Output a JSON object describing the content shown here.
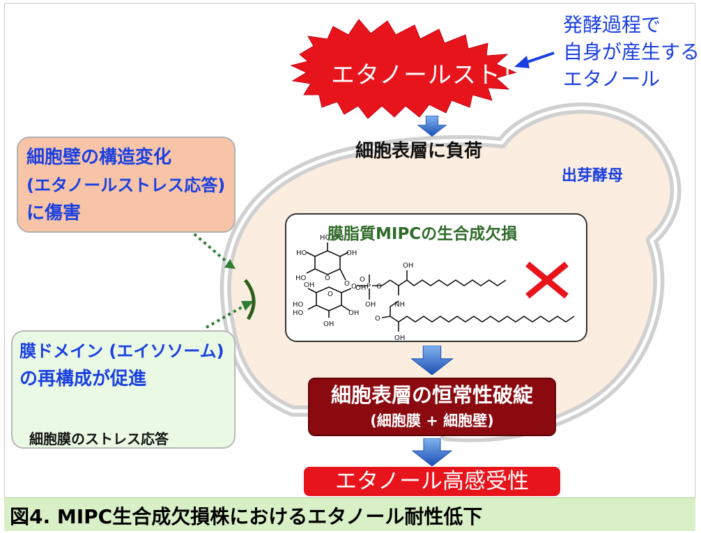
{
  "stress_burst": {
    "label": "エタノールストレス"
  },
  "stress_source": {
    "lines": [
      "発酵過程で",
      "自身が産生する",
      "エタノール"
    ]
  },
  "surface_load": "細胞表層に負荷",
  "yeast_label": "出芽酵母",
  "wall_damage_box": {
    "lines": [
      "細胞壁の構造変化",
      "(エタノールストレス応答)",
      "に傷害"
    ]
  },
  "mipc_box": {
    "title": "膜脂質MIPCの生合成欠損",
    "structure_labels": [
      "HO",
      "HO",
      "OH",
      "OH",
      "HO",
      "O",
      "O",
      "O",
      "OH",
      "O",
      "HO",
      "OH",
      "OH",
      "HO",
      "OH",
      "O",
      "P",
      "OH",
      "O",
      "NH",
      "OH",
      "O",
      "OH"
    ]
  },
  "domain_box": {
    "lines": [
      "膜ドメイン (エイソソーム)",
      "の再構成が促進"
    ],
    "sub": "細胞膜のストレス応答"
  },
  "homeostasis_box": {
    "line1": "細胞表層の恒常性破綻",
    "line2": "(細胞膜 + 細胞壁)"
  },
  "result_box": {
    "label": "エタノール高感受性"
  },
  "caption": "図4. MIPC生合成欠損株におけるエタノール耐性低下",
  "colors": {
    "blue_text": "#1a3fe0",
    "red_burst": "#e8141c",
    "dark_red": "#8b0a0f",
    "green_title": "#2f6b2a",
    "peach": "#f7c4a8",
    "mint": "#e9f9e3",
    "arrow_blue": "#2f6fd1"
  }
}
